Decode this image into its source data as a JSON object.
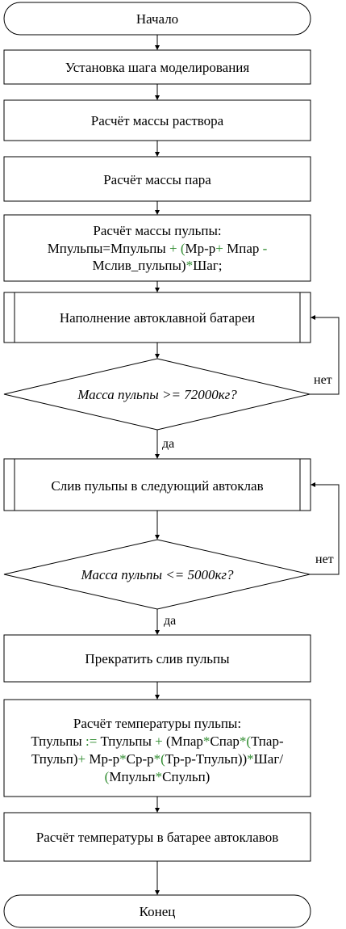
{
  "flowchart": {
    "start": "Начало",
    "end": "Конец",
    "steps": {
      "set_step": "Установка шага моделирования",
      "solution_mass": "Расчёт массы раствора",
      "steam_mass": "Расчёт массы пара",
      "pulp_mass": {
        "title": "Расчёт массы пульпы:",
        "line1": [
          "Мпульпы=Мпульпы ",
          "+ (",
          "Мр-р",
          "+",
          " Мпар ",
          "-"
        ],
        "line2": [
          "Мслив_пульпы)",
          "*",
          "Шаг;"
        ]
      },
      "fill_battery": "Наполнение автоклавной батареи",
      "cond1": "Масса пульпы >= 72000кг?",
      "drain": "Слив пульпы в следующий автоклав",
      "cond2": "Масса пульпы <= 5000кг?",
      "stop_drain": "Прекратить слив пульпы",
      "pulp_temp": {
        "title": "Расчёт температуры пульпы:",
        "line1": [
          "Тпульпы ",
          ":=",
          " Тпульпы ",
          "+",
          " (Мпар",
          "*",
          "Спар",
          "*",
          "(",
          "Тпар-"
        ],
        "line2": [
          "Тпульп)",
          "+",
          " Мр-р",
          "*",
          "Ср-р",
          "*",
          "(",
          "Тр-р-Тпульп))",
          "*",
          "Шаг/"
        ],
        "line3": [
          "(",
          "Мпульп",
          "*",
          "Спульп)"
        ]
      },
      "battery_temp": "Расчёт температуры в батарее автоклавов"
    },
    "labels": {
      "yes1": "да",
      "no1": "нет",
      "yes2": "да",
      "no2": "нет"
    }
  },
  "colors": {
    "operator": "#2e8b2e",
    "stroke": "#000000"
  }
}
